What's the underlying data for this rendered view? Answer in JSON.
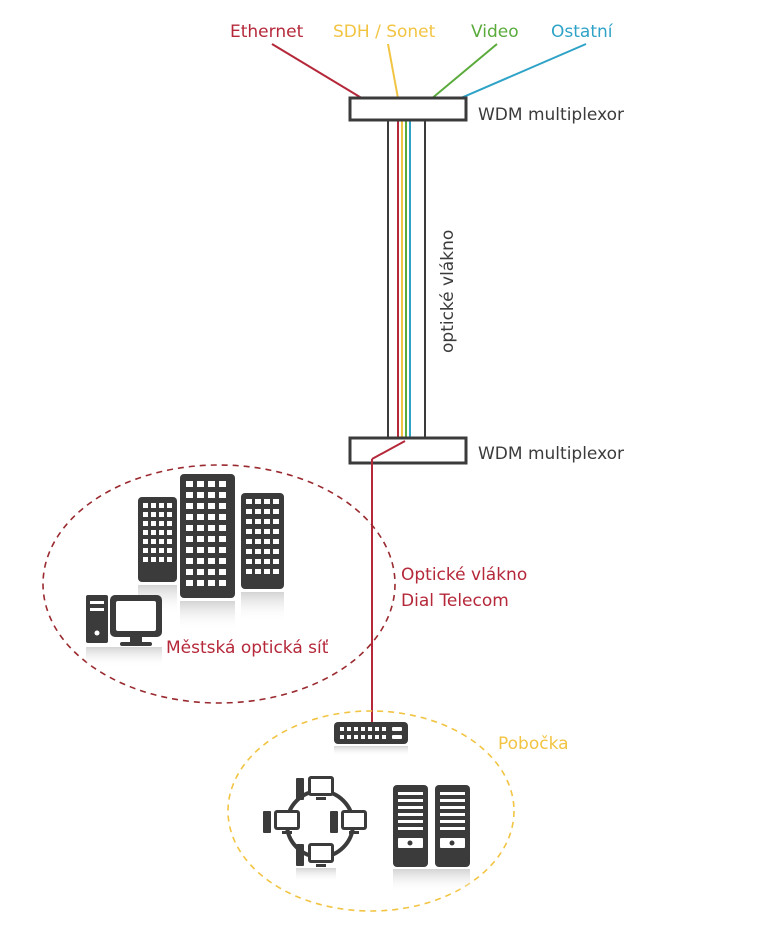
{
  "inputs": {
    "ethernet": "Ethernet",
    "sdh": "SDH / Sonet",
    "video": "Video",
    "ostatni": "Ostatní"
  },
  "mux_top_label": "WDM multiplexor",
  "mux_bottom_label": "WDM multiplexor",
  "fiber_label": "optické vlákno",
  "link_label_line1": "Optické vlákno",
  "link_label_line2": "Dial Telecom",
  "metro_label": "Městská optická síť",
  "branch_label": "Pobočka",
  "colors": {
    "ethernet": "#b5283a",
    "sdh": "#f2c443",
    "video": "#5aab3c",
    "ostatni": "#2fa3c7",
    "dark": "#3b3b3b",
    "metro_dash": "#9a2a2f",
    "branch_dash": "#f2c443"
  }
}
